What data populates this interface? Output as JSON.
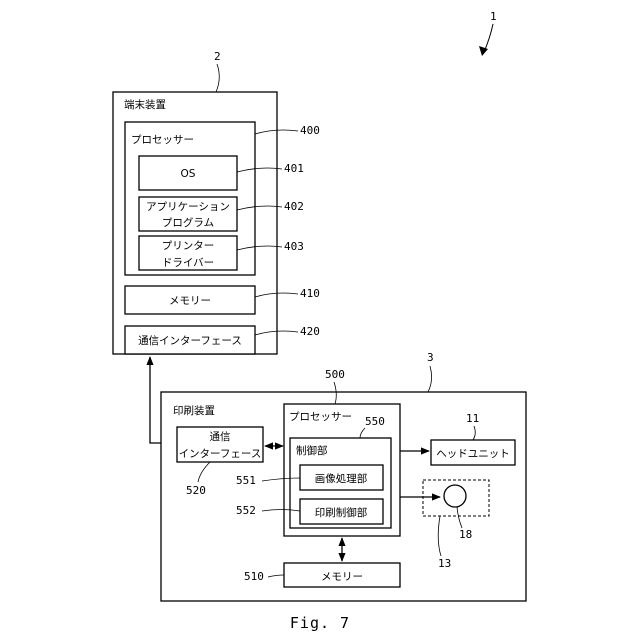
{
  "refs": {
    "system": "1",
    "terminal": "2",
    "printer": "3",
    "processor_t": "400",
    "os": "401",
    "app": "402",
    "driver": "403",
    "memory_t": "410",
    "comm_t": "420",
    "processor_p": "500",
    "memory_p": "510",
    "comm_p": "520",
    "control": "550",
    "image_proc": "551",
    "print_ctrl": "552",
    "head": "11",
    "unit13": "13",
    "unit18": "18"
  },
  "terminal": {
    "title": "端末装置",
    "processor": "プロセッサー",
    "os": "OS",
    "app_line1": "アプリケーション",
    "app_line2": "プログラム",
    "driver_line1": "プリンター",
    "driver_line2": "ドライバー",
    "memory": "メモリー",
    "comm": "通信インターフェース"
  },
  "printer": {
    "title": "印刷装置",
    "comm_line1": "通信",
    "comm_line2": "インターフェース",
    "processor": "プロセッサー",
    "control": "制御部",
    "image_proc": "画像処理部",
    "print_ctrl": "印刷制御部",
    "head": "ヘッドユニット",
    "memory": "メモリー"
  },
  "caption": "Fig. 7"
}
